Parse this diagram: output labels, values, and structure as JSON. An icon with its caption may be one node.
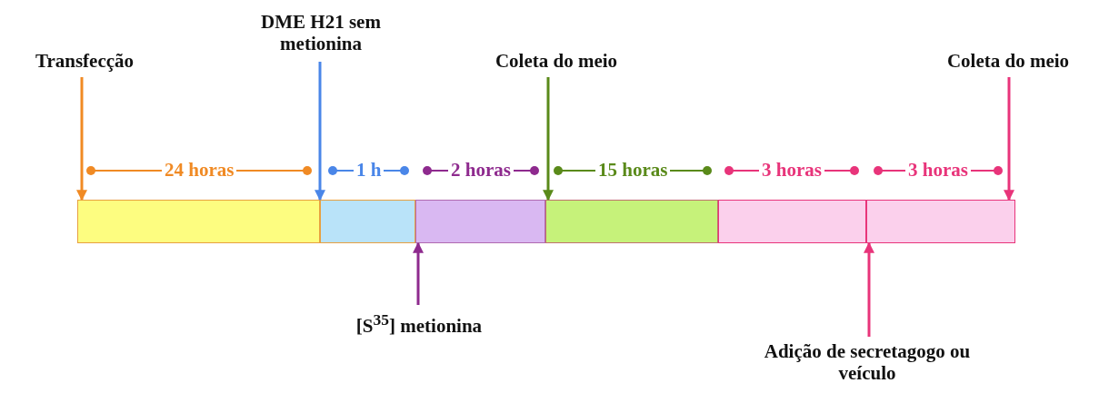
{
  "diagram": {
    "nodes": [
      {
        "text": [
          "Transfecção"
        ]
      },
      {
        "text": [
          "DME H21 sem metionina"
        ]
      },
      {
        "text": [
          "Coleta do meio"
        ]
      },
      {
        "text": [
          "Coleta do meio"
        ]
      },
      {
        "text": [],
        "shape": "bar",
        "beside": [
          "24 horas"
        ]
      },
      {
        "text": [],
        "shape": "bar",
        "beside": [
          "1 h"
        ]
      },
      {
        "text": [],
        "shape": "bar",
        "beside": [
          "2 horas"
        ]
      },
      {
        "text": [],
        "shape": "bar",
        "beside": [
          "15 horas"
        ]
      },
      {
        "text": [],
        "shape": "bar",
        "beside": [
          "3 horas"
        ]
      },
      {
        "text": [],
        "shape": "bar",
        "beside": [
          "3 horas"
        ]
      },
      {
        "text": [
          "[S$^{35}$] metionina"
        ]
      },
      {
        "text": [
          "Adição de secretagogo ou veículo"
        ]
      }
    ],
    "edges": [
      {
        "from": 0,
        "to": 4,
        "arrow": "to",
        "color": "#f08a24"
      },
      {
        "from": 1,
        "to": 5,
        "arrow": "to",
        "color": "#4a86e8"
      },
      {
        "from": 2,
        "to": 7,
        "arrow": "to",
        "color": "#5a8a1a"
      },
      {
        "from": 3,
        "to": 9,
        "arrow": "to",
        "color": "#e8347a"
      },
      {
        "from": 10,
        "to": 6,
        "arrow": "to",
        "color": "#8e2a8e"
      },
      {
        "from": 11,
        "to": 9,
        "arrow": "to",
        "color": "#e8347a"
      }
    ]
  }
}
